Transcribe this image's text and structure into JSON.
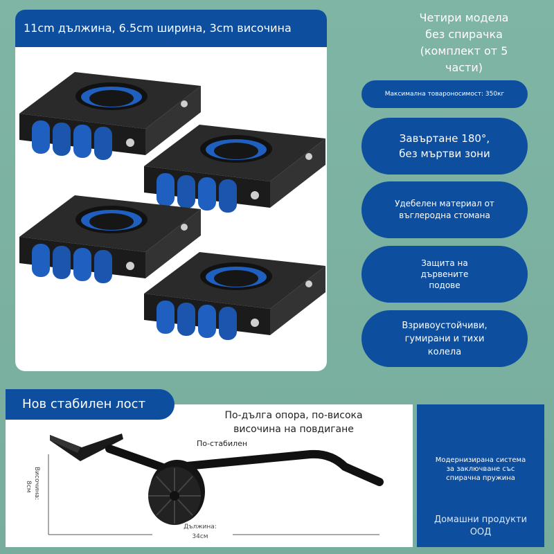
{
  "top": {
    "banner": "11cm дължина, 6.5cm ширина, 3cm височина",
    "heading": [
      "Четири модела",
      "без спирачка",
      "(комплект от 5",
      "части)"
    ],
    "capacity": "Максимална товароносимост: 350кг",
    "features": [
      [
        "Завъртане 180°,",
        "без мъртви зони"
      ],
      [
        "Удебелен материал от",
        "въглеродна стомана"
      ],
      [
        "Защита на",
        "дървените",
        "подове"
      ],
      [
        "Взривоустойчиви,",
        "гумирани и тихи",
        "колела"
      ]
    ]
  },
  "bottom": {
    "tab_title": "Нов стабилен лост",
    "headline": [
      "По-дълга опора, по-висока",
      "височина на повдигане"
    ],
    "stable_label": "По-стабилен",
    "height_label": "Височина:",
    "height_value": "8см",
    "length_label": "Дължина:",
    "length_value": "34см",
    "lock_text": [
      "Модернизирана система",
      "за заключване със",
      "спирачна пружина"
    ],
    "brand": [
      "Домашни продукти",
      "ООД"
    ]
  },
  "colors": {
    "brand_blue": "#0d4e9f",
    "background": "#7fb5a5",
    "roller_blue": "#1f5fbf",
    "body_black": "#2a2a2a"
  },
  "icons": {
    "dolly": "furniture-dolly-icon",
    "lever": "lifting-lever-icon"
  }
}
